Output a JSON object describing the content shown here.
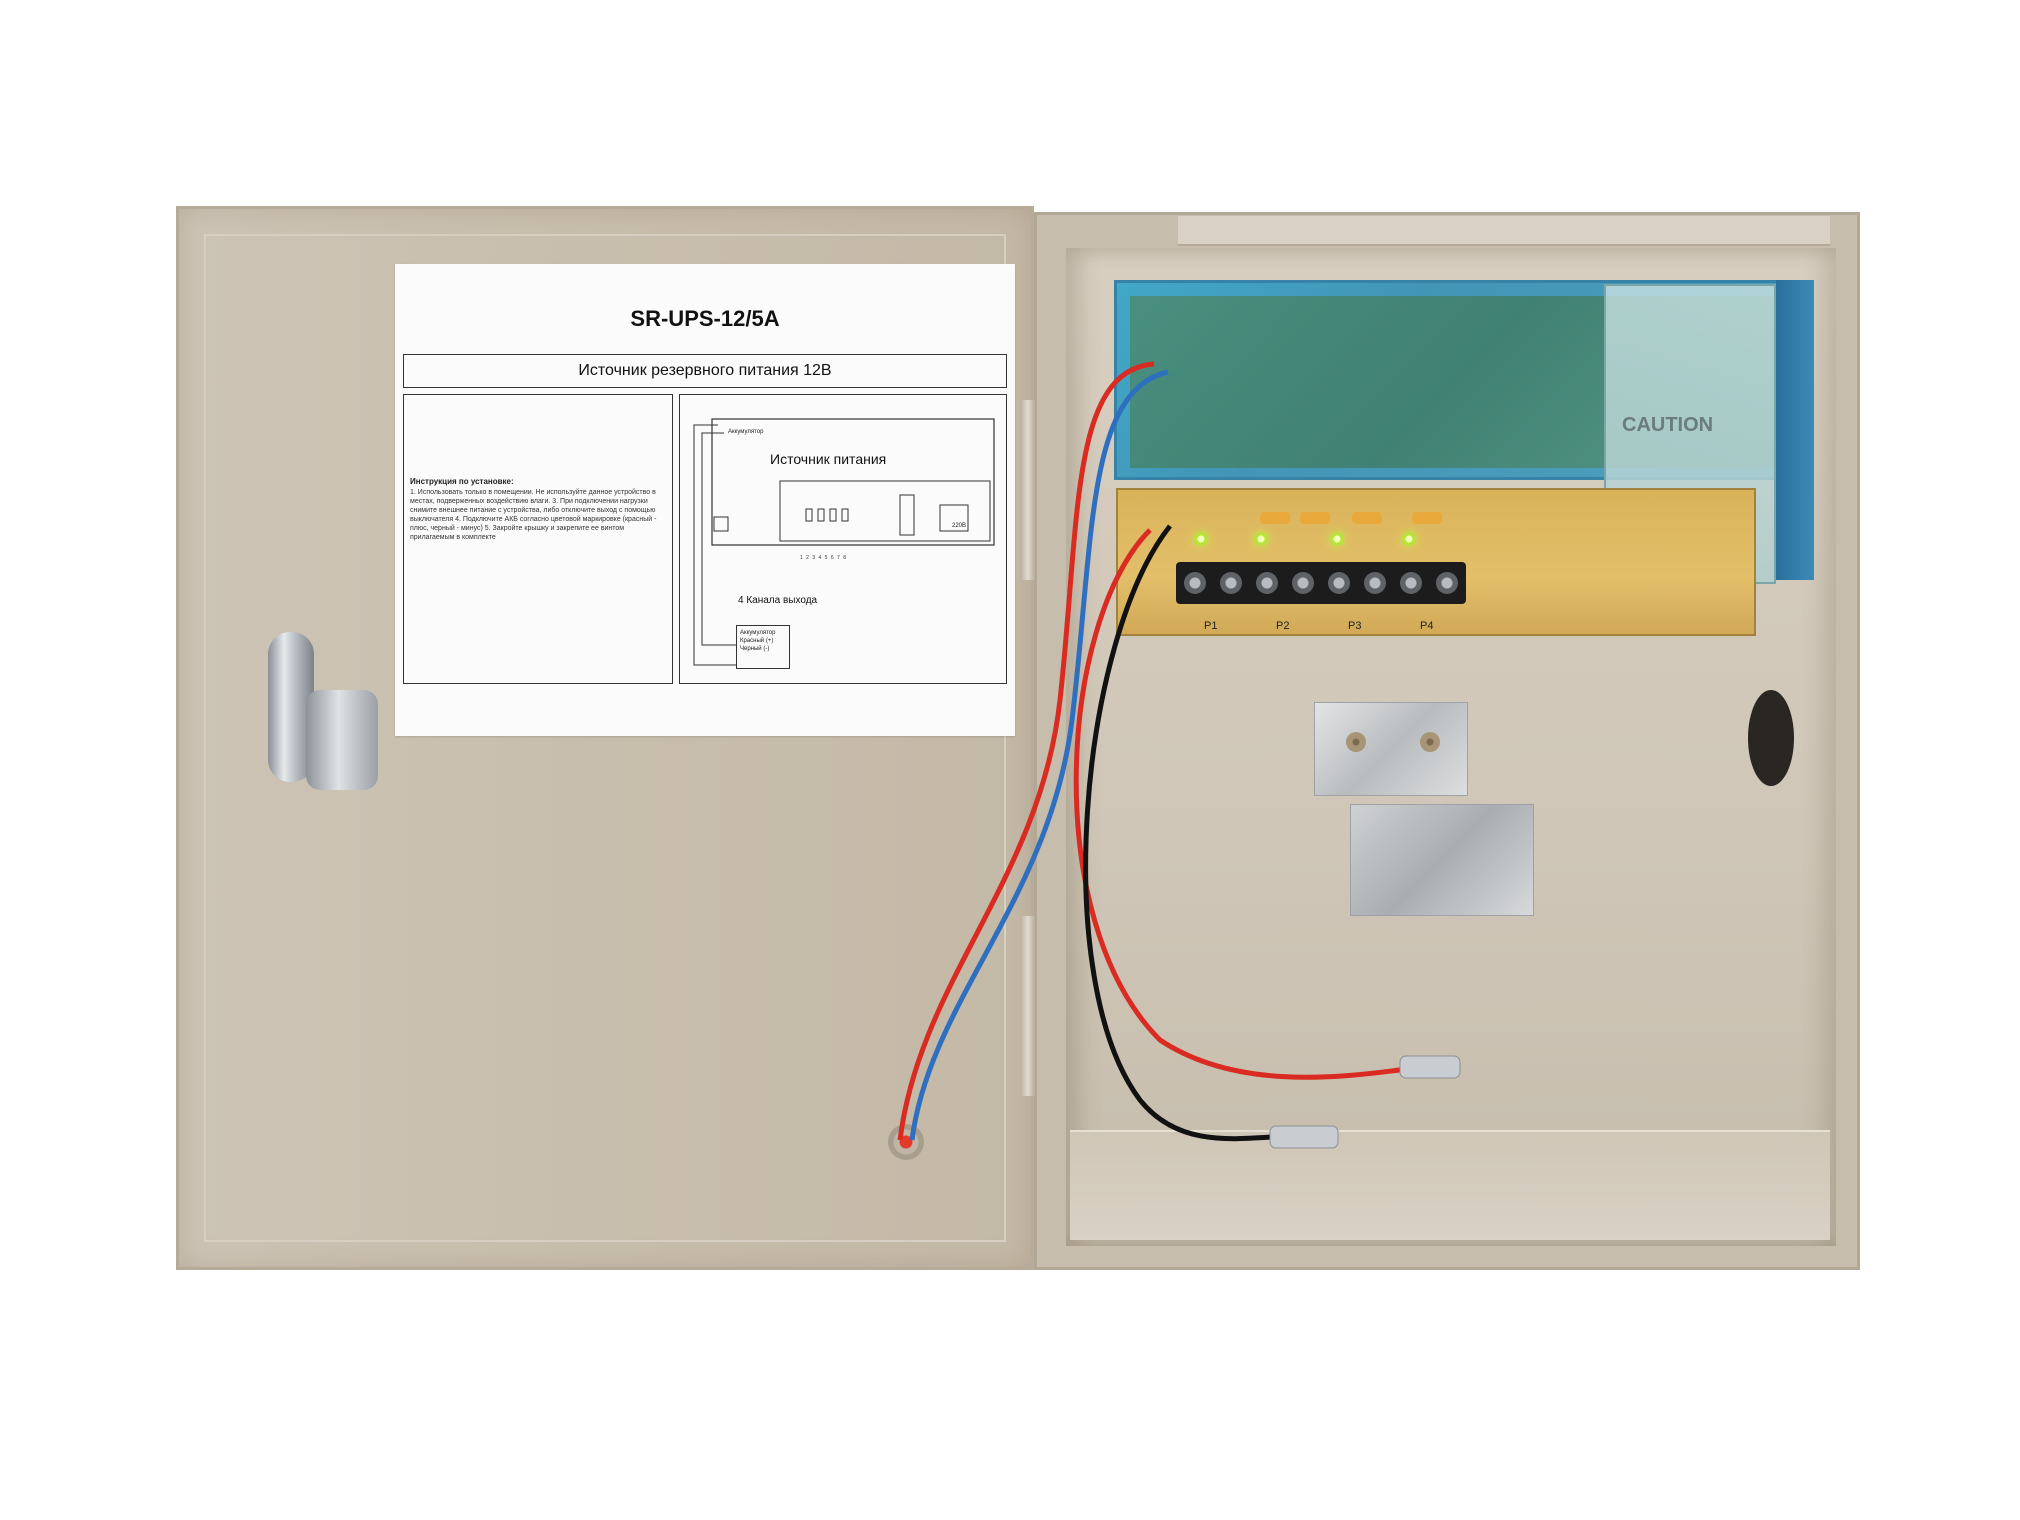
{
  "label": {
    "model": "SR-UPS-12/5A",
    "subtitle": "Источник резервного питания 12В",
    "instructions_title": "Инструкция по установке:",
    "instructions_body": "1. Использовать только в помещении. Не используйте данное устройство в местах, подверженных воздействию влаги. 3. При подключении нагрузки снимите внешнее питание с устройства, либо отключите выход с помощью выключателя 4. Подключите АКБ согласно цветовой маркировке (красный - плюс, черный - минус) 5. Закройте крышку и закрепите ее винтом прилагаемым в комплекте",
    "diagram_title": "Источник питания",
    "diagram_battery_top": "Аккумулятор",
    "diagram_channels": "4 Канала выхода",
    "diagram_battery_box": "Аккумулятор Красный (+) Черный (-)",
    "diagram_220": "220В",
    "diagram_numbers": "1 2 3 4 5 6 7 8"
  },
  "pcb": {
    "caution": "CAUTION",
    "ports": [
      "P1",
      "P2",
      "P3",
      "P4"
    ]
  },
  "colors": {
    "enclosure": "#c7bdad",
    "pcb_cover": "#3aa6c9",
    "wire_red": "#d92b22",
    "wire_blue": "#2f6fc0",
    "wire_black": "#111111",
    "led_green": "#b8e23c"
  }
}
